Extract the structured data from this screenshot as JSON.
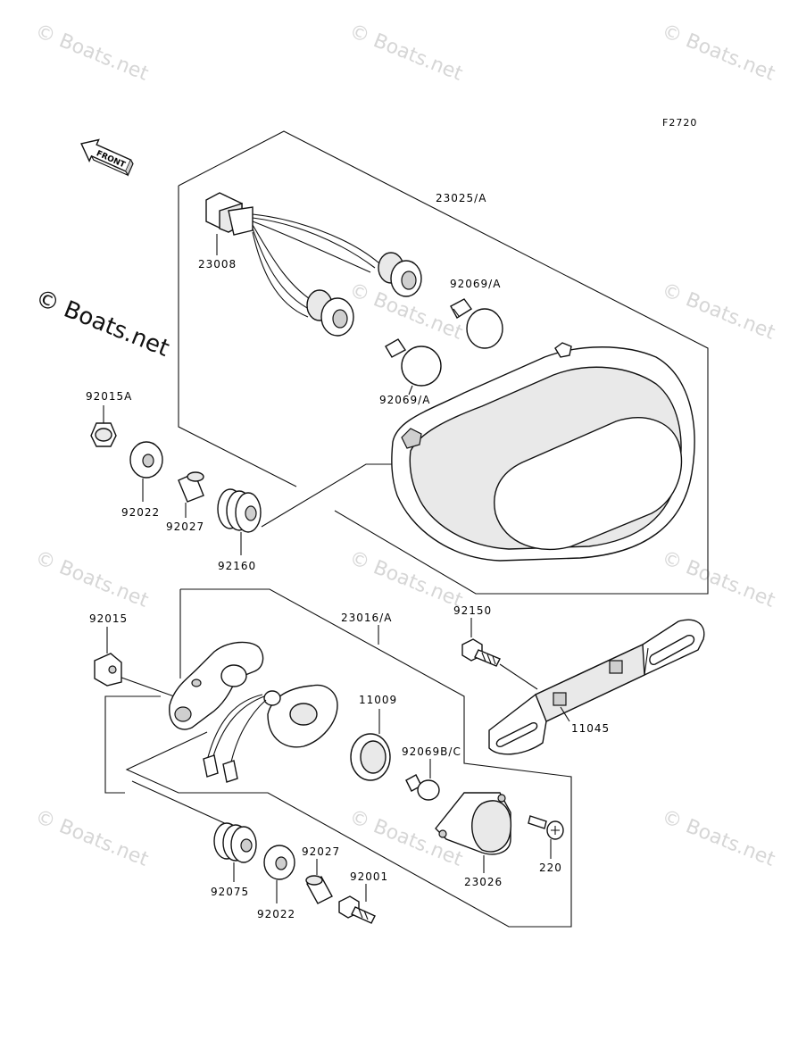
{
  "figure_code": "F2720",
  "front_arrow_label": "FRONT",
  "watermark_text": "© Boats.net",
  "watermark_large_text": "© Boats.net",
  "part_labels": {
    "harness": "23008",
    "lamp_assembly": "23025/A",
    "bulb_upper": "92069/A",
    "bulb_lower": "92069/A",
    "nut_upper": "92015A",
    "washer_upper": "92022",
    "collar_upper": "92027",
    "grommet_upper": "92160",
    "clip": "92015",
    "lamp_bracket_assembly": "23016/A",
    "bolt_bracket": "92150",
    "seal_ring": "11009",
    "bulb_small": "92069B/C",
    "license_bracket": "11045",
    "license_lamp": "23026",
    "screw": "220",
    "grommet_lower": "92075",
    "washer_lower": "92022",
    "collar_lower": "92027",
    "bolt_lower": "92001"
  }
}
